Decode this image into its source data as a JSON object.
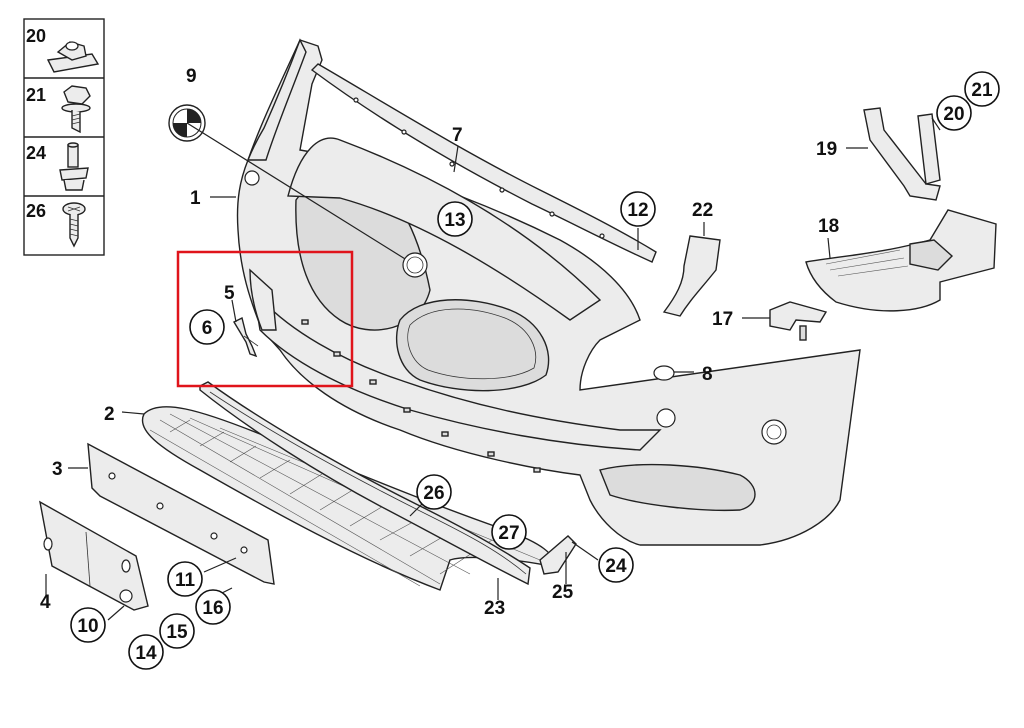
{
  "callouts": {
    "p1": "1",
    "p2": "2",
    "p3": "3",
    "p4": "4",
    "p5": "5",
    "p6": "6",
    "p7": "7",
    "p8": "8",
    "p9": "9",
    "p10": "10",
    "p11": "11",
    "p12": "12",
    "p13": "13",
    "p14": "14",
    "p15": "15",
    "p16": "16",
    "p17": "17",
    "p18": "18",
    "p19": "19",
    "p20": "20",
    "p21": "21",
    "p22": "22",
    "p23": "23",
    "p24": "24",
    "p25": "25",
    "p26": "26",
    "p27": "27"
  },
  "legend": {
    "row1": "20",
    "row2": "21",
    "row3": "24",
    "row4": "26"
  },
  "colors": {
    "highlight": "#e0141b",
    "line": "#222222",
    "part_fill": "#ececec"
  }
}
